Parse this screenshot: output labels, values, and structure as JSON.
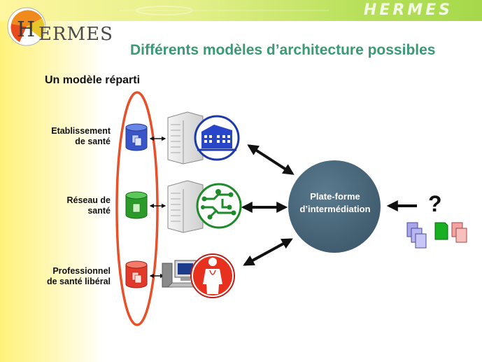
{
  "header": {
    "brand": "HERMES",
    "logo_text": "ERMES"
  },
  "slide": {
    "title": "Différents modèles d’architecture possibles",
    "subtitle": "Un modèle réparti"
  },
  "rows": [
    {
      "label": "Etablissement\nde santé",
      "db_color": "#3a55c8",
      "icon": "hospital-building-icon"
    },
    {
      "label": "Réseau de\nsanté",
      "db_color": "#2a9a2a",
      "icon": "network-circuit-icon"
    },
    {
      "label": "Professionnel\nde santé libéral",
      "db_color": "#e23a2a",
      "icon": "doctor-icon"
    }
  ],
  "center": {
    "label": "Plate-forme\nd’intermédiation",
    "color": "#4a6578"
  },
  "unknown": {
    "symbol": "?"
  },
  "colors": {
    "highlight_ellipse": "#e8502a",
    "title_green": "#3a9a74"
  }
}
